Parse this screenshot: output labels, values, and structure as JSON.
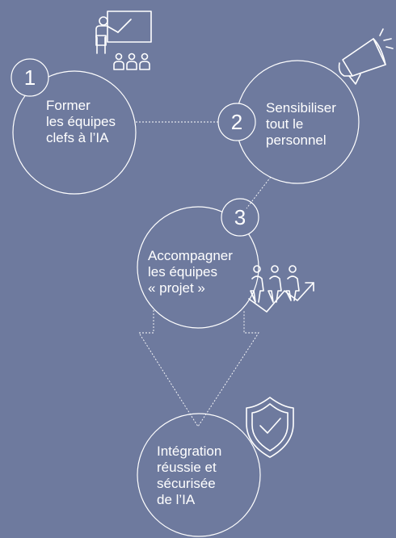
{
  "steps": [
    {
      "number": "1",
      "text": "Former\nles équipes\nclefs à l’IA",
      "icon": "teacher-presentation-icon"
    },
    {
      "number": "2",
      "text": "Sensibiliser\ntout le\npersonnel",
      "icon": "megaphone-icon"
    },
    {
      "number": "3",
      "text": "Accompagner\nles équipes\n« projet »",
      "icon": "team-growth-icon"
    }
  ],
  "outcome": {
    "text": "Intégration\nréussie et\nsécurisée\nde l’IA",
    "icon": "shield-check-icon"
  },
  "colors": {
    "background": "#6e7a9e",
    "line": "#ffffff"
  }
}
